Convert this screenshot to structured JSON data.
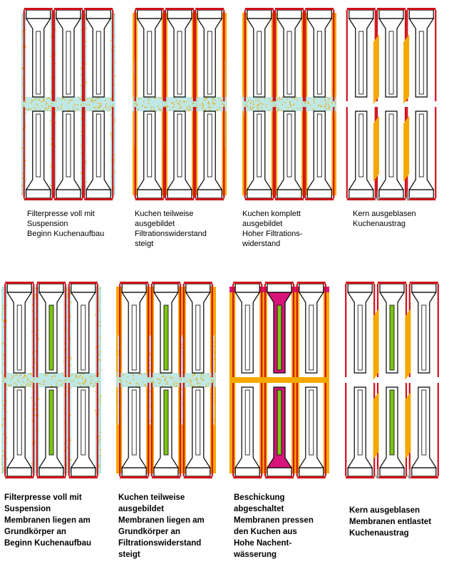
{
  "colors": {
    "frame": "#d01018",
    "plate_fill": "#ffffff",
    "suspension": "#b8e6e2",
    "cake": "#f5a800",
    "membrane": "#7cc418",
    "pressed": "#d8147a",
    "arrow": "#9a9a9a"
  },
  "top_row": [
    {
      "stage": "suspension",
      "lines": [
        "Filterpresse voll mit",
        "Suspension",
        "Beginn Kuchenaufbau"
      ]
    },
    {
      "stage": "partial",
      "lines": [
        "Kuchen teilweise",
        "ausgebildet",
        "Filtrationswiderstand",
        "steigt"
      ]
    },
    {
      "stage": "full",
      "lines": [
        "Kuchen komplett",
        "ausgebildet",
        "Hoher Filtrations-",
        "widerstand"
      ]
    },
    {
      "stage": "discharge",
      "lines": [
        "Kern ausgeblasen",
        "Kuchenaustrag"
      ]
    }
  ],
  "bottom_row": [
    {
      "stage": "suspension",
      "lines": [
        "Filterpresse voll mit",
        "Suspension",
        "Membranen liegen am",
        "Grundkörper an",
        "Beginn Kuchenaufbau"
      ]
    },
    {
      "stage": "partial",
      "lines": [
        "Kuchen teilweise",
        "ausgebildet",
        "Membranen liegen am",
        "Grundkörper an",
        "Filtrationswiderstand",
        "steigt"
      ]
    },
    {
      "stage": "pressed",
      "lines": [
        "Beschickung",
        "abgeschaltet",
        "Membranen pressen",
        "den Kuchen aus",
        "Hohe Nachent-",
        "wässerung"
      ]
    },
    {
      "stage": "discharge",
      "lines": [
        "Kern ausgeblasen",
        "Membranen entlastet",
        "Kuchenaustrag"
      ]
    }
  ]
}
